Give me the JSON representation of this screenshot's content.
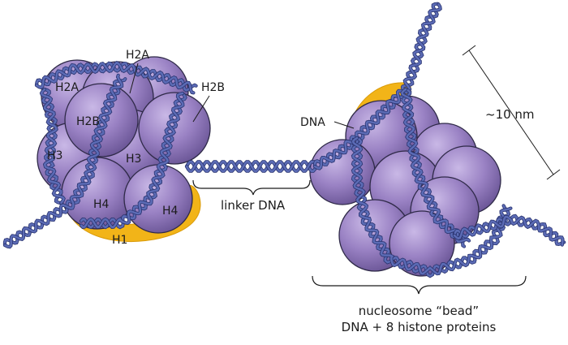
{
  "left_nucleosome": {
    "labels": {
      "h2a_top": "H2A",
      "h2a_left": "H2A",
      "h2b_left": "H2B",
      "h2b_right": "H2B",
      "h3_left": "H3",
      "h3_center": "H3",
      "h4_left": "H4",
      "h4_right": "H4",
      "h1": "H1"
    }
  },
  "linker_label": "linker DNA",
  "right_nucleosome": {
    "dna_label": "DNA",
    "scale_label": "~10 nm",
    "caption_line1": "nucleosome “bead”",
    "caption_line2": "DNA + 8 histone proteins"
  },
  "colors": {
    "histone": "#9a82c4",
    "histone_light": "#c2b0e2",
    "histone_dark": "#6a5596",
    "dna": "#5b6bb5",
    "dna_dark": "#2a3470",
    "h1": "#f2b418"
  }
}
